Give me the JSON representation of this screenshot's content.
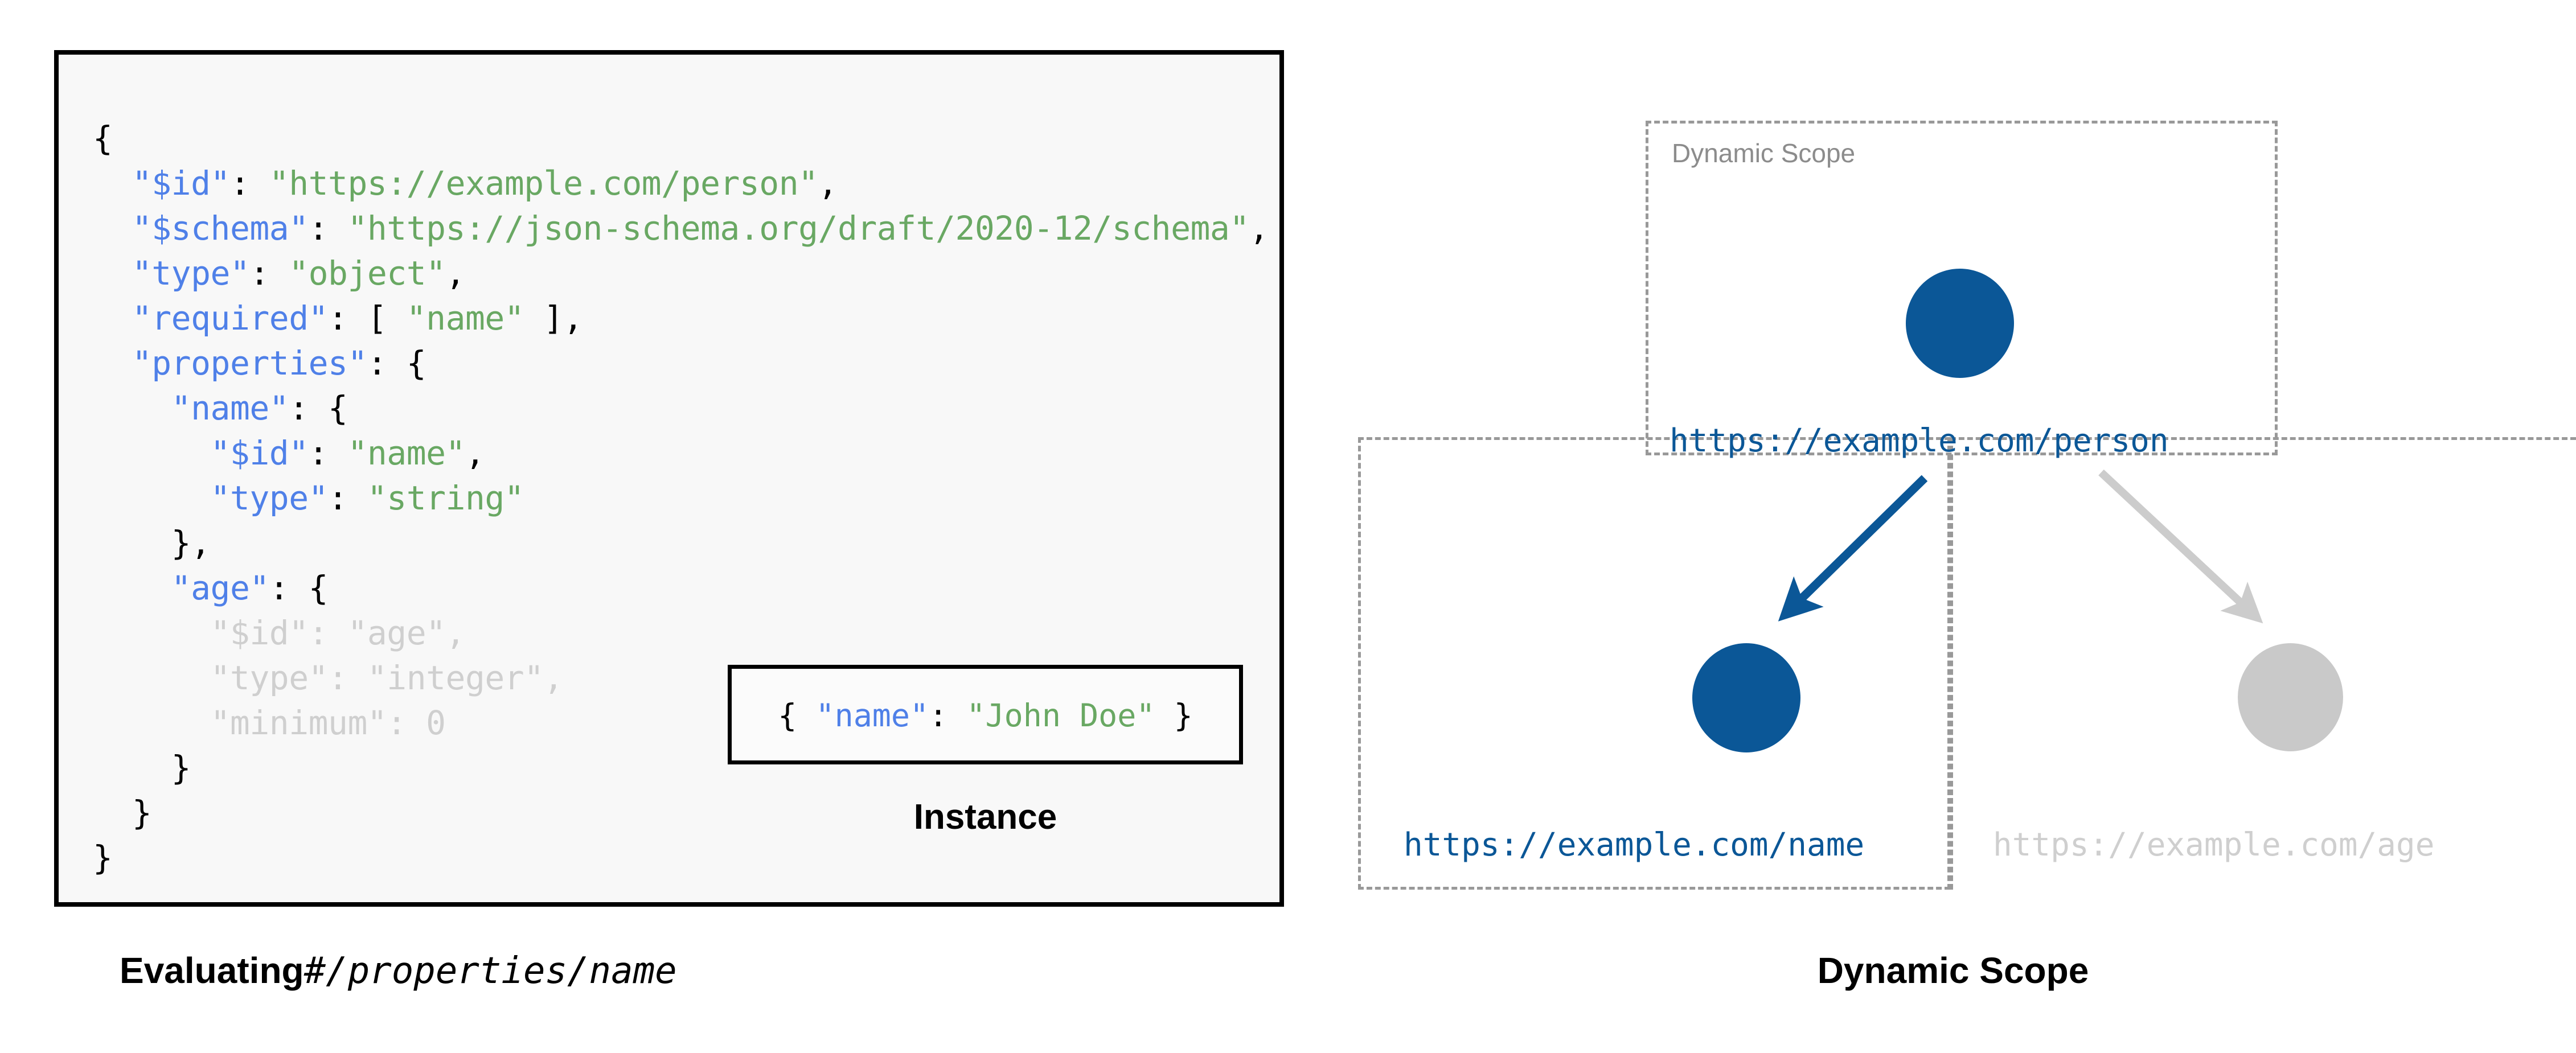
{
  "schema": {
    "panel_label": "schema-code",
    "lines": [
      [
        {
          "t": "{",
          "c": "p"
        }
      ],
      [
        {
          "t": "  ",
          "c": "p"
        },
        {
          "t": "\"$id\"",
          "c": "k"
        },
        {
          "t": ": ",
          "c": "p"
        },
        {
          "t": "\"https://example.com/person\"",
          "c": "s"
        },
        {
          "t": ",",
          "c": "p"
        }
      ],
      [
        {
          "t": "  ",
          "c": "p"
        },
        {
          "t": "\"$schema\"",
          "c": "k"
        },
        {
          "t": ": ",
          "c": "p"
        },
        {
          "t": "\"https://json-schema.org/draft/2020-12/schema\"",
          "c": "s"
        },
        {
          "t": ",",
          "c": "p"
        }
      ],
      [
        {
          "t": "  ",
          "c": "p"
        },
        {
          "t": "\"type\"",
          "c": "k"
        },
        {
          "t": ": ",
          "c": "p"
        },
        {
          "t": "\"object\"",
          "c": "s"
        },
        {
          "t": ",",
          "c": "p"
        }
      ],
      [
        {
          "t": "  ",
          "c": "p"
        },
        {
          "t": "\"required\"",
          "c": "k"
        },
        {
          "t": ": [ ",
          "c": "p"
        },
        {
          "t": "\"name\"",
          "c": "s"
        },
        {
          "t": " ],",
          "c": "p"
        }
      ],
      [
        {
          "t": "  ",
          "c": "p"
        },
        {
          "t": "\"properties\"",
          "c": "k"
        },
        {
          "t": ": {",
          "c": "p"
        }
      ],
      [
        {
          "t": "    ",
          "c": "p"
        },
        {
          "t": "\"name\"",
          "c": "k"
        },
        {
          "t": ": {",
          "c": "p"
        }
      ],
      [
        {
          "t": "      ",
          "c": "p"
        },
        {
          "t": "\"$id\"",
          "c": "k"
        },
        {
          "t": ": ",
          "c": "p"
        },
        {
          "t": "\"name\"",
          "c": "s"
        },
        {
          "t": ",",
          "c": "p"
        }
      ],
      [
        {
          "t": "      ",
          "c": "p"
        },
        {
          "t": "\"type\"",
          "c": "k"
        },
        {
          "t": ": ",
          "c": "p"
        },
        {
          "t": "\"string\"",
          "c": "s"
        }
      ],
      [
        {
          "t": "    },",
          "c": "p"
        }
      ],
      [
        {
          "t": "    ",
          "c": "p"
        },
        {
          "t": "\"age\"",
          "c": "k"
        },
        {
          "t": ": {",
          "c": "p"
        }
      ],
      [
        {
          "t": "      ",
          "c": "p"
        },
        {
          "t": "\"$id\"",
          "c": "dim"
        },
        {
          "t": ": ",
          "c": "dim"
        },
        {
          "t": "\"age\"",
          "c": "dim"
        },
        {
          "t": ",",
          "c": "dim"
        }
      ],
      [
        {
          "t": "      ",
          "c": "p"
        },
        {
          "t": "\"type\"",
          "c": "dim"
        },
        {
          "t": ": ",
          "c": "dim"
        },
        {
          "t": "\"integer\"",
          "c": "dim"
        },
        {
          "t": ",",
          "c": "dim"
        }
      ],
      [
        {
          "t": "      ",
          "c": "p"
        },
        {
          "t": "\"minimum\"",
          "c": "dim"
        },
        {
          "t": ": ",
          "c": "dim"
        },
        {
          "t": "0",
          "c": "dim"
        }
      ],
      [
        {
          "t": "    }",
          "c": "p"
        }
      ],
      [
        {
          "t": "  }",
          "c": "p"
        }
      ],
      [
        {
          "t": "}",
          "c": "p"
        }
      ]
    ],
    "plain_text": "{\n  \"$id\": \"https://example.com/person\",\n  \"$schema\": \"https://json-schema.org/draft/2020-12/schema\",\n  \"type\": \"object\",\n  \"required\": [ \"name\" ],\n  \"properties\": {\n    \"name\": {\n      \"$id\": \"name\",\n      \"type\": \"string\"\n    },\n    \"age\": {\n      \"$id\": \"age\",\n      \"type\": \"integer\",\n      \"minimum\": 0\n    }\n  }\n}"
  },
  "instance": {
    "label": "Instance",
    "code_segments": [
      {
        "t": "{ ",
        "c": "p"
      },
      {
        "t": "\"name\"",
        "c": "k"
      },
      {
        "t": ": ",
        "c": "p"
      },
      {
        "t": "\"John Doe\"",
        "c": "s"
      },
      {
        "t": " }",
        "c": "p"
      }
    ],
    "plain_text": "{ \"name\": \"John Doe\" }"
  },
  "captions": {
    "left_bold": "Evaluating",
    "left_mono": "#/properties/name",
    "right": "Dynamic Scope"
  },
  "diagram": {
    "scope_label": "Dynamic Scope",
    "nodes": [
      {
        "id": "person",
        "label": "https://example.com/person",
        "color": "#0b5797",
        "state": "active"
      },
      {
        "id": "name",
        "label": "https://example.com/name",
        "color": "#0b5797",
        "state": "active"
      },
      {
        "id": "age",
        "label": "https://example.com/age",
        "color": "#c9c9c9",
        "state": "dimmed"
      }
    ],
    "edges": [
      {
        "from": "person",
        "to": "name",
        "color": "#0b5797",
        "state": "active"
      },
      {
        "from": "person",
        "to": "age",
        "color": "#cccccc",
        "state": "dimmed"
      }
    ]
  },
  "colors": {
    "accent_blue": "#0b5797",
    "key_blue": "#4f80e8",
    "string_green": "#69a863",
    "dim_grey": "#cfcfcf",
    "dash_grey": "#999999",
    "scope_label_grey": "#8c8c8c",
    "code_bg": "#f8f8f8",
    "border_black": "#000000"
  }
}
